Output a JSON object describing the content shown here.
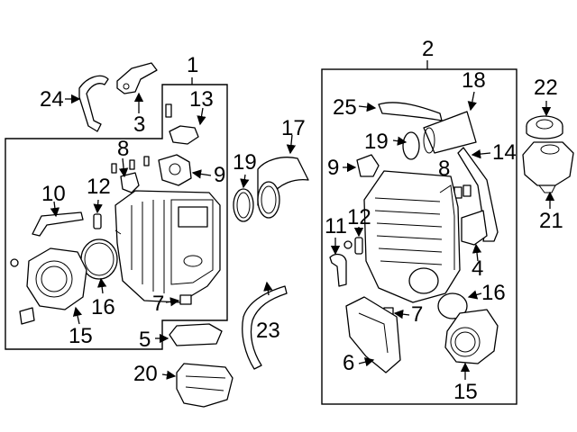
{
  "labels": {
    "c1": "1",
    "c2": "2",
    "n24": "24",
    "n3": "3",
    "n13": "13",
    "n8a": "8",
    "n9a": "9",
    "n10": "10",
    "n12a": "12",
    "n16a": "16",
    "n15a": "15",
    "n7a": "7",
    "n17": "17",
    "n19a": "19",
    "n23": "23",
    "n5": "5",
    "n20": "20",
    "n25": "25",
    "n18": "18",
    "n19b": "19",
    "n9b": "9",
    "n8b": "8",
    "n14": "14",
    "n11": "11",
    "n12b": "12",
    "n4": "4",
    "n16b": "16",
    "n7b": "7",
    "n6": "6",
    "n15b": "15",
    "n22": "22",
    "n21": "21"
  },
  "colors": {
    "line": "#000000",
    "background": "#ffffff",
    "fill": "#cfcfcf"
  }
}
